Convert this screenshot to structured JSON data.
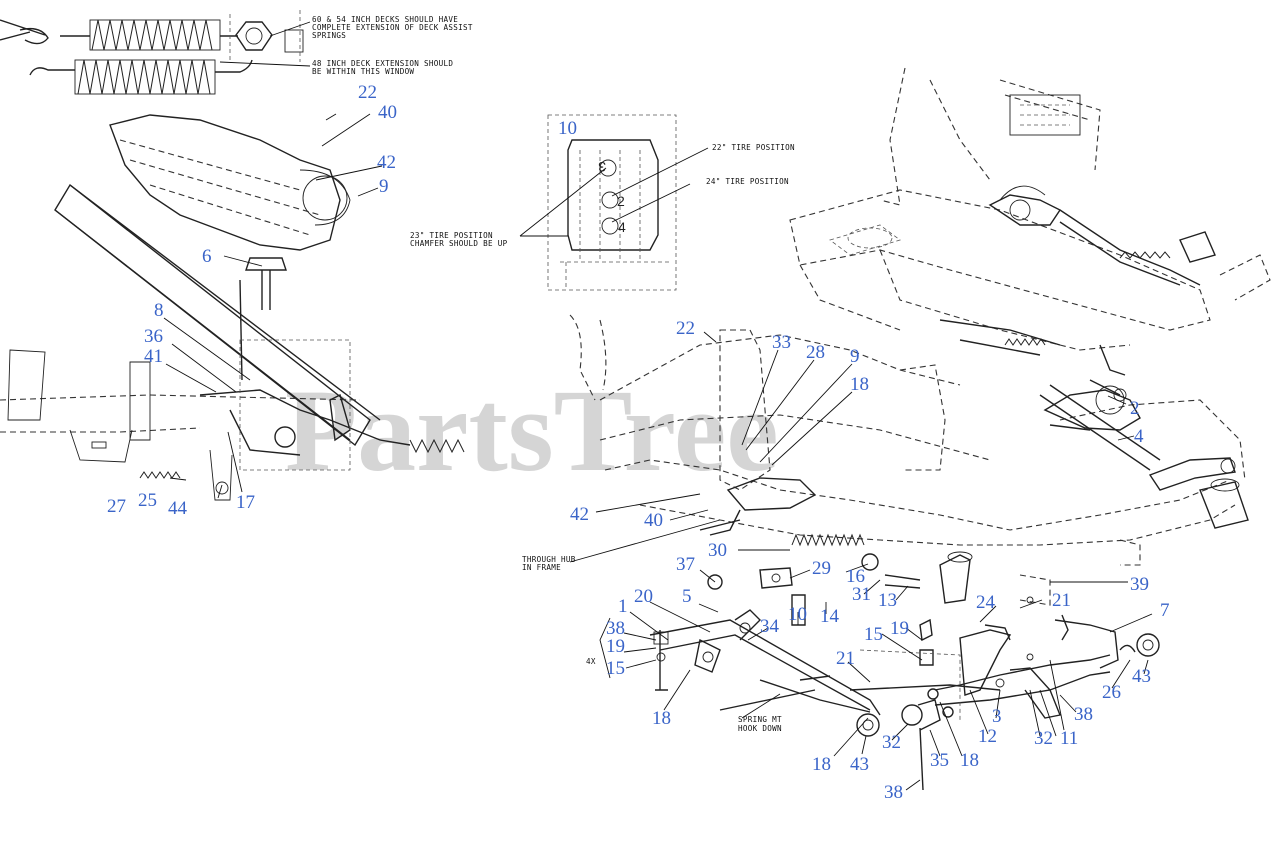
{
  "watermark": "PartsTree",
  "notes": {
    "deck_assist": [
      "60 & 54 INCH DECKS SHOULD HAVE",
      "COMPLETE EXTENSION OF DECK ASSIST",
      "SPRINGS"
    ],
    "deck_48": [
      "48 INCH DECK EXTENSION SHOULD",
      "BE WITHIN THIS WINDOW"
    ],
    "tire_22": "22\" TIRE POSITION",
    "tire_24": "24\" TIRE POSITION",
    "tire_23": [
      "23\" TIRE POSITION",
      "CHAMFER SHOULD BE UP"
    ],
    "through_hub": [
      "THROUGH HUB",
      "IN FRAME"
    ],
    "spring_mt": [
      "SPRING MT",
      "HOOK DOWN"
    ],
    "qty_4x": "4X"
  },
  "bracket_holes": [
    "3",
    "2",
    "4"
  ],
  "callouts": [
    {
      "id": "c-22-top",
      "label": "22"
    },
    {
      "id": "c-40-top",
      "label": "40"
    },
    {
      "id": "c-42-top",
      "label": "42"
    },
    {
      "id": "c-9-top",
      "label": "9"
    },
    {
      "id": "c-6",
      "label": "6"
    },
    {
      "id": "c-8",
      "label": "8"
    },
    {
      "id": "c-36",
      "label": "36"
    },
    {
      "id": "c-41",
      "label": "41"
    },
    {
      "id": "c-27",
      "label": "27"
    },
    {
      "id": "c-25",
      "label": "25"
    },
    {
      "id": "c-44",
      "label": "44"
    },
    {
      "id": "c-17",
      "label": "17"
    },
    {
      "id": "c-10-bracket",
      "label": "10"
    },
    {
      "id": "c-22-mid",
      "label": "22"
    },
    {
      "id": "c-33",
      "label": "33"
    },
    {
      "id": "c-28",
      "label": "28"
    },
    {
      "id": "c-9-mid",
      "label": "9"
    },
    {
      "id": "c-18-mid",
      "label": "18"
    },
    {
      "id": "c-2",
      "label": "2"
    },
    {
      "id": "c-4",
      "label": "4"
    },
    {
      "id": "c-42-mid",
      "label": "42"
    },
    {
      "id": "c-40-mid",
      "label": "40"
    },
    {
      "id": "c-30",
      "label": "30"
    },
    {
      "id": "c-37",
      "label": "37"
    },
    {
      "id": "c-29",
      "label": "29"
    },
    {
      "id": "c-16",
      "label": "16"
    },
    {
      "id": "c-31",
      "label": "31"
    },
    {
      "id": "c-13",
      "label": "13"
    },
    {
      "id": "c-39",
      "label": "39"
    },
    {
      "id": "c-5",
      "label": "5"
    },
    {
      "id": "c-10-low",
      "label": "10"
    },
    {
      "id": "c-14",
      "label": "14"
    },
    {
      "id": "c-1",
      "label": "1"
    },
    {
      "id": "c-20",
      "label": "20"
    },
    {
      "id": "c-34",
      "label": "34"
    },
    {
      "id": "c-38-left",
      "label": "38"
    },
    {
      "id": "c-19-left",
      "label": "19"
    },
    {
      "id": "c-15-left",
      "label": "15"
    },
    {
      "id": "c-18-left",
      "label": "18"
    },
    {
      "id": "c-24",
      "label": "24"
    },
    {
      "id": "c-21-right",
      "label": "21"
    },
    {
      "id": "c-7",
      "label": "7"
    },
    {
      "id": "c-15-mid",
      "label": "15"
    },
    {
      "id": "c-19-mid",
      "label": "19"
    },
    {
      "id": "c-21-mid",
      "label": "21"
    },
    {
      "id": "c-26",
      "label": "26"
    },
    {
      "id": "c-43-right",
      "label": "43"
    },
    {
      "id": "c-38-right",
      "label": "38"
    },
    {
      "id": "c-3",
      "label": "3"
    },
    {
      "id": "c-12",
      "label": "12"
    },
    {
      "id": "c-32-right",
      "label": "32"
    },
    {
      "id": "c-11",
      "label": "11"
    },
    {
      "id": "c-18-low1",
      "label": "18"
    },
    {
      "id": "c-43-low",
      "label": "43"
    },
    {
      "id": "c-32-low",
      "label": "32"
    },
    {
      "id": "c-35",
      "label": "35"
    },
    {
      "id": "c-18-low2",
      "label": "18"
    },
    {
      "id": "c-38-low",
      "label": "38"
    }
  ]
}
